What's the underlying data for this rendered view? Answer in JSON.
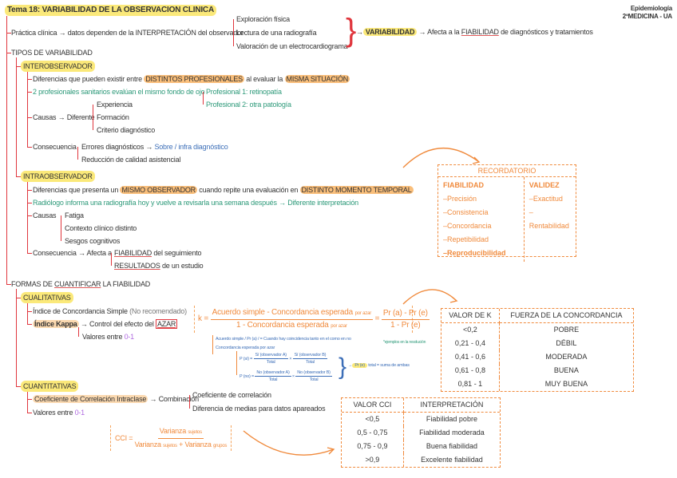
{
  "header": {
    "title": "Tema 18: VARIABILIDAD DE LA OBSERVACION CLINICA",
    "subject": "Epidemiología",
    "course": "2ºMEDICINA - UA"
  },
  "practica": {
    "label": "Práctica clínica",
    "text": "datos dependen de la INTERPRETACIÓN del observador",
    "examples": [
      "Exploración física",
      "Lectura de una radiografía",
      "Valoración de un electrocardiograma"
    ],
    "variabilidad": "VARIABILIDAD",
    "afecta_pre": "Afecta a la",
    "afecta_key": "FIABILIDAD",
    "afecta_post": "de diagnósticos y tratamientos"
  },
  "tipos": {
    "label": "TIPOS DE VARIABILIDAD",
    "inter": {
      "label": "INTEROBSERVADOR",
      "def_pre": "Diferencias que pueden existir entre",
      "def_k1": "DISTINTOS PROFESIONALES",
      "def_mid": "al evaluar la",
      "def_k2": "MISMA SITUACIÓN",
      "example": "2 profesionales sanitarios evalúan el mismo fondo de ojo",
      "example_results": [
        "Profesional 1: retinopatía",
        "Profesional 2: otra patología"
      ],
      "causas": "Causas",
      "diferente": "Diferente",
      "causas_items": [
        "Experiencia",
        "Formación",
        "Criterio diagnóstico"
      ],
      "consecuencia": "Consecuencia",
      "errores": "Errores diagnósticos",
      "sobre": "Sobre / infra diagnóstico",
      "reduccion": "Reducción de calidad asistencial"
    },
    "intra": {
      "label": "INTRAOBSERVADOR",
      "def_pre": "Diferencias que presenta un",
      "def_k1": "MISMO OBSERVADOR",
      "def_mid": "cuando repite una evaluación en",
      "def_k2": "DISTINTO MOMENTO TEMPORAL",
      "example": "Radiólogo informa una radiografía hoy y vuelve a revisarla una semana después",
      "example_result": "Diferente interpretación",
      "causas": "Causas",
      "causas_items": [
        "Fatiga",
        "Contexto clínico distinto",
        "Sesgos cognitivos"
      ],
      "consecuencia": "Consecuencia",
      "afecta": "Afecta a",
      "afecta_items": [
        {
          "key": "FIABILIDAD",
          "rest": "del seguimiento"
        },
        {
          "key": "RESULTADOS",
          "rest": "de un estudio"
        }
      ]
    }
  },
  "recordatorio": {
    "title": "RECORDATORIO",
    "fiabilidad": {
      "header": "FIABILIDAD",
      "items": [
        "Precisión",
        "Consistencia",
        "Concordancia",
        "Repetibilidad",
        "Reproducibilidad"
      ]
    },
    "validez": {
      "header": "VALIDEZ",
      "items": [
        "Exactitud",
        "Rentabilidad"
      ]
    }
  },
  "formas": {
    "label_pre": "FORMAS DE",
    "label_key": "CUANTIFICAR",
    "label_post": "LA FIABILIDAD",
    "cual": {
      "label": "CUALITATIVAS",
      "indice_simple": "Índice de Concordancia Simple",
      "no_rec": "(No recomendado)",
      "kappa": "Índice Kappa",
      "control_pre": "Control del efecto del",
      "control_key": "AZAR",
      "valores": "Valores entre",
      "valores_range": "0-1"
    },
    "cuant": {
      "label": "CUANTITATIVAS",
      "coef": "Coeficiente de Correlación Intraclase",
      "combinacion": "Combinación",
      "comb_items": [
        "Coeficiente de correlación",
        "Diferencia de medias para datos apareados"
      ],
      "valores": "Valores entre",
      "valores_range": "0-1"
    }
  },
  "kappa_formula": {
    "k": "k =",
    "num": "Acuerdo simple - Concordancia esperada",
    "num_sub": "por azar",
    "den": "1 - Concordancia esperada",
    "den_sub": "por azar",
    "eq": "=",
    "num2": "Pr (a) - Pr (e)",
    "den2": "1 - Pr (e)",
    "acuerdo": "Acuerdo simple / Pr (a) / = Cuando hay coincidencia tanto en el como en no",
    "note": "*ejemplos en la resolución",
    "concordancia": "Concordancia esperada por azar",
    "p_si": "P (sí) =",
    "si_a": "Sí (observador A)",
    "si_b": "Sí (observador B)",
    "total": "Total",
    "times": "×",
    "p_no": "P (no) =",
    "no_a": "No (observador A)",
    "no_b": "No (observador B)",
    "pr_e": "Pr (e)",
    "pr_e_rest": "total = suma de ambas"
  },
  "kappa_table": {
    "headers": [
      "VALOR DE K",
      "FUERZA DE LA CONCORDANCIA"
    ],
    "rows": [
      [
        "<0,2",
        "POBRE"
      ],
      [
        "0,21 - 0,4",
        "DÉBIL"
      ],
      [
        "0,41 - 0,6",
        "MODERADA"
      ],
      [
        "0,61 - 0,8",
        "BUENA"
      ],
      [
        "0,81 - 1",
        "MUY BUENA"
      ]
    ]
  },
  "cci_formula": {
    "cci": "CCI =",
    "num": "Varianza",
    "num_sub": "sujetos",
    "den_a": "Varianza",
    "den_a_sub": "sujetos",
    "plus": "+",
    "den_b": "Varianza",
    "den_b_sub": "grupos"
  },
  "cci_table": {
    "headers": [
      "VALOR CCI",
      "INTERPRETACIÓN"
    ],
    "rows": [
      [
        "<0,5",
        "Fiabilidad pobre"
      ],
      [
        "0,5 - 0,75",
        "Fiabilidad moderada"
      ],
      [
        "0,75 - 0,9",
        "Buena fiabilidad"
      ],
      [
        ">0,9",
        "Excelente fiabilidad"
      ]
    ]
  },
  "colors": {
    "red": "#e0363d",
    "orange": "#f08a3c",
    "yellow": "#fbe97a",
    "green": "#2e9a7a",
    "blue": "#3d6fb8"
  }
}
